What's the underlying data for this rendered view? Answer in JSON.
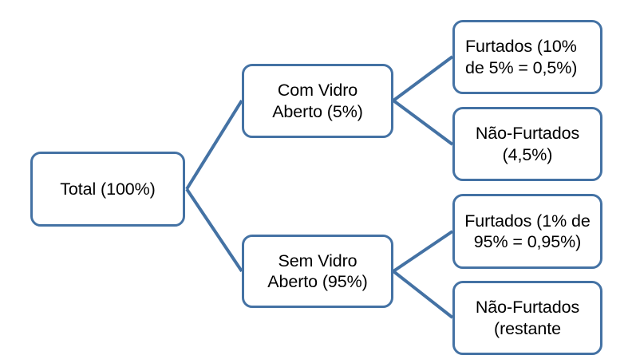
{
  "diagram": {
    "type": "probability-tree",
    "background_color": "#ffffff",
    "node_border_color": "#4472A4",
    "node_fill_color": "#ffffff",
    "connector_color": "#4472A4",
    "text_color": "#000000",
    "nodes": {
      "root": {
        "label": "Total (100%)",
        "align": "center"
      },
      "branch_open": {
        "label": "Com Vidro\nAberto (5%)",
        "align": "center"
      },
      "branch_closed": {
        "label": "Sem Vidro\nAberto (95%)",
        "align": "center"
      },
      "leaf_stolen_open": {
        "label": "Furtados (10%\nde 5% = 0,5%)",
        "align": "left"
      },
      "leaf_notstolen_open": {
        "label": "Não-Furtados\n(4,5%)",
        "align": "center"
      },
      "leaf_stolen_closed": {
        "label": "Furtados (1% de\n95% = 0,95%)",
        "align": "center"
      },
      "leaf_notstolen_closed": {
        "label": "Não-Furtados\n(restante",
        "align": "center"
      }
    }
  }
}
